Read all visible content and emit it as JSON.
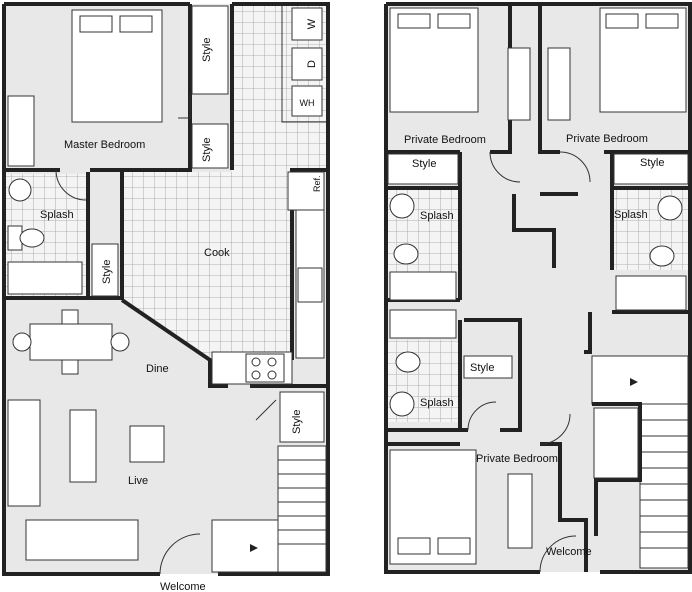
{
  "floor1": {
    "master_bedroom": "Master Bedroom",
    "style_closet_top": "Style",
    "style_closet_mid": "Style",
    "splash": "Splash",
    "style_closet_bath": "Style",
    "cook": "Cook",
    "dine": "Dine",
    "live": "Live",
    "style_closet_stair": "Style",
    "welcome": "Welcome",
    "appliance_w": "W",
    "appliance_d": "D",
    "appliance_wh": "WH",
    "appliance_ref": "Ref."
  },
  "floor2": {
    "private_bedroom_left": "Private Bedroom",
    "private_bedroom_right": "Private Bedroom",
    "private_bedroom_bottom": "Private Bedroom",
    "style_left": "Style",
    "style_right": "Style",
    "style_middle": "Style",
    "splash_left": "Splash",
    "splash_right": "Splash",
    "splash_bottom": "Splash",
    "welcome": "Welcome"
  },
  "colors": {
    "floor": "#e8e8e8",
    "wall": "#222222",
    "fixture": "#ffffff"
  }
}
